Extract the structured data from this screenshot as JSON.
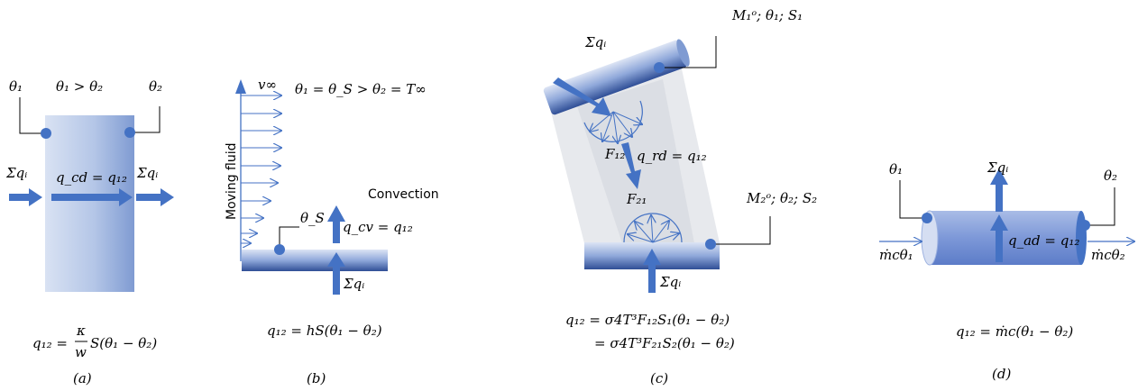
{
  "colors": {
    "arrow": "#4472C4",
    "body_light": "#CFDAF0",
    "body_mid": "#9DB2E0",
    "body_dark": "#3F5FA8",
    "leader": "#000000"
  },
  "panels": {
    "a": {
      "theta1": "θ₁",
      "theta2": "θ₂",
      "relation": "θ₁ > θ₂",
      "heat_in": "Σqᵢ",
      "heat_out": "Σqᵢ",
      "flux": "q_cd = q₁₂",
      "formula_lhs": "q₁₂ =",
      "frac_num": "κ",
      "frac_den": "w",
      "formula_rhs": "S(θ₁ − θ₂)",
      "caption": "(a)"
    },
    "b": {
      "velocity": "v∞",
      "relation": "θ₁ = θ_S > θ₂ = T∞",
      "fluid_label": "Moving fluid",
      "convection_label": "Convection",
      "surface_temp": "θ_S",
      "flux": "q_cv = q₁₂",
      "heat_in": "Σqᵢ",
      "formula": "q₁₂ = hS(θ₁ − θ₂)",
      "caption": "(b)"
    },
    "c": {
      "top_label": "M₁ᵒ; θ₁; S₁",
      "heat_in_top": "Σqᵢ",
      "view_factor_top": "F₁₂",
      "flux": "q_rd = q₁₂",
      "view_factor_bottom": "F₂₁",
      "bottom_label": "M₂ᵒ; θ₂; S₂",
      "heat_in_bottom": "Σqᵢ",
      "formula_line1": "q₁₂ = σ4T³F₁₂S₁(θ₁ − θ₂)",
      "formula_line2": "= σ4T³F₂₁S₂(θ₁ − θ₂)",
      "caption": "(c)"
    },
    "d": {
      "theta1": "θ₁",
      "theta2": "θ₂",
      "heat_out": "Σqᵢ",
      "flux": "q_ad = q₁₂",
      "inflow": "ṁcθ₁",
      "outflow": "ṁcθ₂",
      "formula": "q₁₂ = ṁc(θ₁ − θ₂)",
      "caption": "(d)"
    }
  }
}
